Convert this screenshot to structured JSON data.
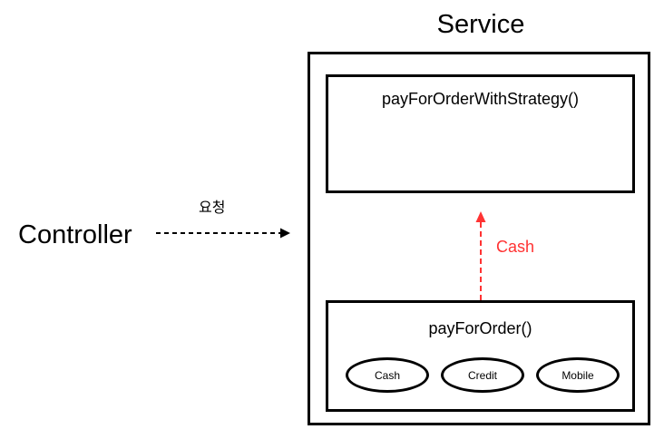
{
  "service": {
    "title": "Service",
    "strategy_method": "payForOrderWithStrategy()",
    "order_method": "payForOrder()",
    "payment_types": [
      "Cash",
      "Credit",
      "Mobile"
    ]
  },
  "controller": {
    "label": "Controller"
  },
  "request_arrow": {
    "label": "요청",
    "style": "dashed",
    "color": "#000000"
  },
  "cash_arrow": {
    "label": "Cash",
    "style": "dashed",
    "color": "#ff3333"
  }
}
